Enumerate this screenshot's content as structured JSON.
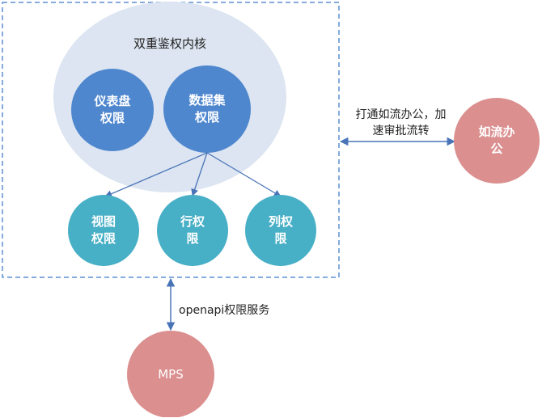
{
  "core": {
    "title": "双重鉴权内核",
    "dashboard_permission": "仪表盘\n权限",
    "dataset_permission": "数据集\n权限"
  },
  "permissions": {
    "view": "视图\n权限",
    "row": "行权\n限",
    "column": "列权\n限"
  },
  "connections": {
    "workflow_label_line1": "打通如流办公，加",
    "workflow_label_line2": "速审批流转",
    "openapi_label": "openapi权限服务"
  },
  "external": {
    "ruliu": "如流办\n公",
    "mps": "MPS"
  },
  "colors": {
    "core_ellipse": "#dce5f1",
    "core_blue": "#4f87cf",
    "teal": "#47afc6",
    "pink": "#db8f8f",
    "border_dash": "#5b8fd0",
    "arrow": "#4a74b8"
  }
}
